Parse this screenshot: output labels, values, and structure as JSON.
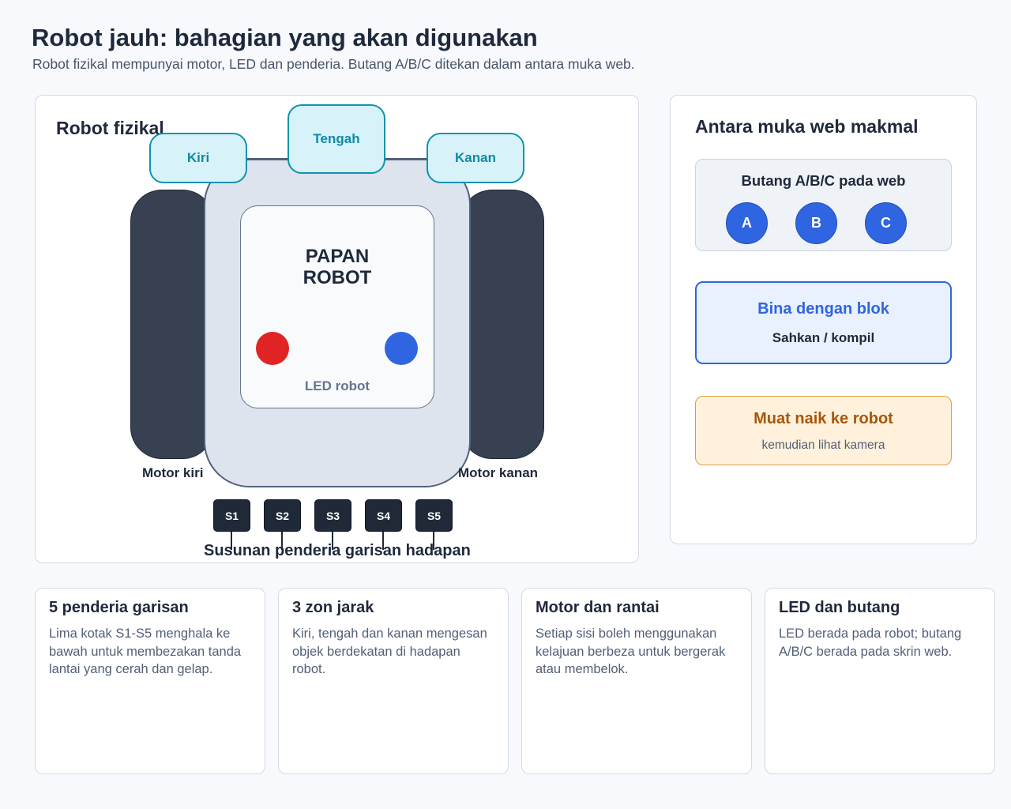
{
  "header": {
    "title": "Robot jauh: bahagian yang akan digunakan",
    "subtitle": "Robot fizikal mempunyai motor, LED dan penderia. Butang A/B/C ditekan dalam antara muka web."
  },
  "robot_panel": {
    "heading": "Robot fizikal",
    "board_title_line1": "PAPAN",
    "board_title_line2": "ROBOT",
    "led_label": "LED robot",
    "zones": {
      "left": "Kiri",
      "center": "Tengah",
      "right": "Kanan"
    },
    "motor_left": "Motor kiri",
    "motor_right": "Motor kanan",
    "sensors": [
      "S1",
      "S2",
      "S3",
      "S4",
      "S5"
    ],
    "sensor_caption": "Susunan penderia garisan hadapan",
    "colors": {
      "led_left": "#e02424",
      "led_right": "#2f65e0",
      "zone_accent": "#0e93ad"
    }
  },
  "web_panel": {
    "heading": "Antara muka web makmal",
    "button_group_title": "Butang A/B/C pada web",
    "buttons": [
      "A",
      "B",
      "C"
    ],
    "build_title": "Bina dengan blok",
    "build_subtitle": "Sahkan / kompil",
    "upload_title": "Muat naik ke robot",
    "upload_subtitle": "kemudian lihat kamera",
    "colors": {
      "button": "#2f65e0",
      "build_accent": "#2f65e0",
      "upload_accent": "#a6560c"
    }
  },
  "cards": [
    {
      "title": "5 penderia garisan",
      "body": "Lima kotak S1-S5 menghala ke bawah untuk membezakan tanda lantai yang cerah dan gelap."
    },
    {
      "title": "3 zon jarak",
      "body": "Kiri, tengah dan kanan mengesan objek berdekatan di hadapan robot."
    },
    {
      "title": "Motor dan rantai",
      "body": "Setiap sisi boleh menggunakan kelajuan berbeza untuk bergerak atau membelok."
    },
    {
      "title": "LED dan butang",
      "body": "LED berada pada robot; butang A/B/C berada pada skrin web."
    }
  ]
}
